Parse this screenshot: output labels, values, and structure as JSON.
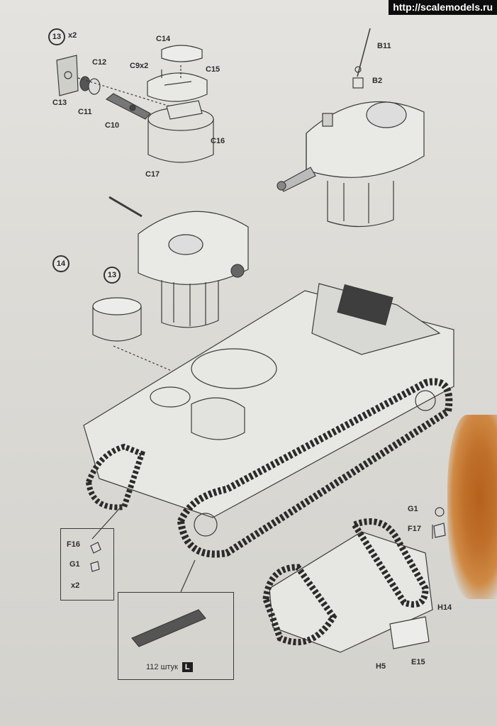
{
  "watermark": "http://scalemodels.ru",
  "steps": {
    "step13": {
      "number": "13",
      "multiplier": "x2"
    },
    "step14": {
      "number": "14"
    },
    "step14_ref": "13"
  },
  "parts": {
    "c14": "C14",
    "c9": "C9x2",
    "c15": "C15",
    "c12": "C12",
    "c13": "C13",
    "c11": "C11",
    "c10": "C10",
    "c16": "C16",
    "c17": "C17",
    "b11": "B11",
    "b2": "B2",
    "f16": "F16",
    "g1_left": "G1",
    "x2_left": "x2",
    "g1_right": "G1",
    "f17": "F17",
    "h14": "H14",
    "h5": "H5",
    "e15": "E15"
  },
  "tracks": {
    "count_label": "112 штук",
    "badge": "L"
  }
}
